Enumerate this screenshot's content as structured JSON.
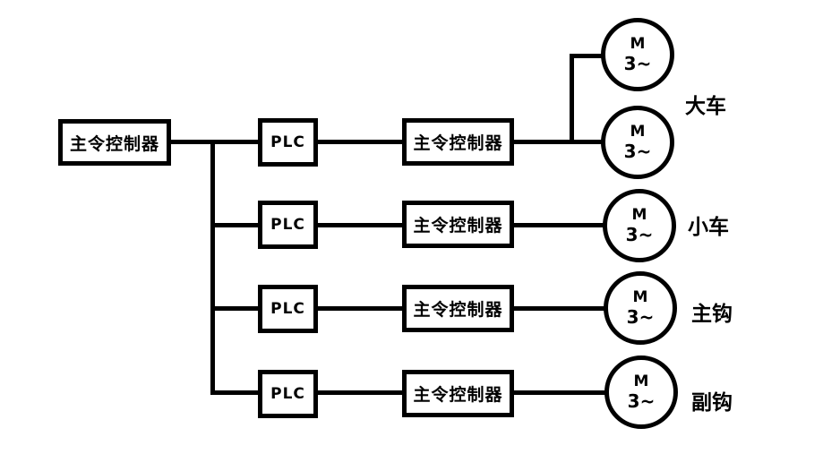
{
  "diagram": {
    "title_hint": "crane-plc-control-system",
    "colors": {
      "line": "#000000",
      "background": "#ffffff"
    },
    "master": {
      "label": "主令控制器"
    },
    "rows": [
      {
        "plc_label": "PLC",
        "controller_label": "主令控制器",
        "group_label": "大车",
        "motors": [
          {
            "letter": "M",
            "phase": "3~"
          },
          {
            "letter": "M",
            "phase": "3~"
          }
        ]
      },
      {
        "plc_label": "PLC",
        "controller_label": "主令控制器",
        "group_label": "小车",
        "motors": [
          {
            "letter": "M",
            "phase": "3~"
          }
        ]
      },
      {
        "plc_label": "PLC",
        "controller_label": "主令控制器",
        "group_label": "主钩",
        "motors": [
          {
            "letter": "M",
            "phase": "3~"
          }
        ]
      },
      {
        "plc_label": "PLC",
        "controller_label": "主令控制器",
        "group_label": "副钩",
        "motors": [
          {
            "letter": "M",
            "phase": "3~"
          }
        ]
      }
    ]
  }
}
